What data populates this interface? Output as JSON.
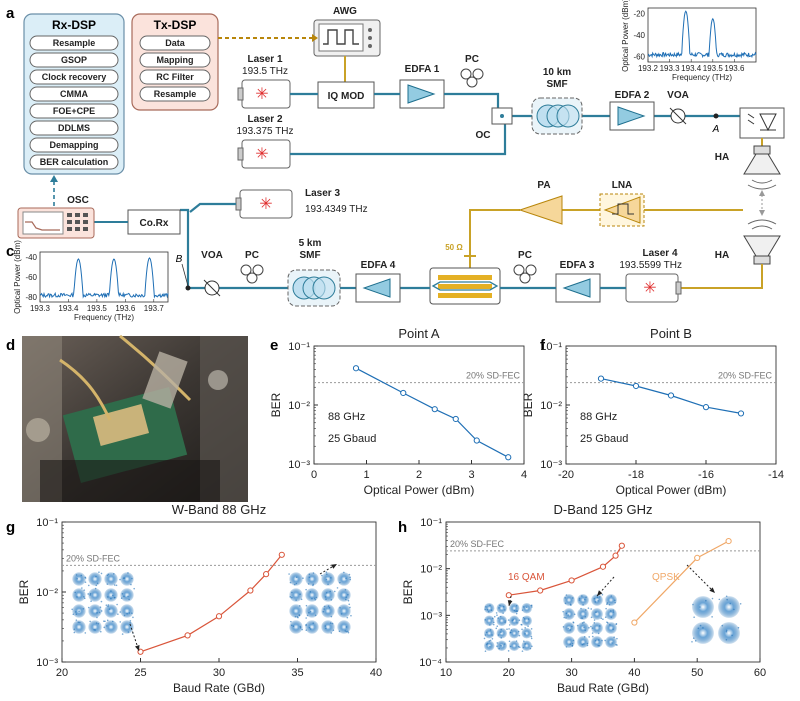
{
  "panel_labels": {
    "a": "a",
    "b": "b",
    "c": "c",
    "d": "d",
    "e": "e",
    "f": "f",
    "g": "g",
    "h": "h"
  },
  "rx_dsp": {
    "title": "Rx-DSP",
    "items": [
      "Resample",
      "GSOP",
      "Clock recovery",
      "CMMA",
      "FOE+CPE",
      "DDLMS",
      "Demapping",
      "BER calculation"
    ]
  },
  "tx_dsp": {
    "title": "Tx-DSP",
    "items": [
      "Data",
      "Mapping",
      "RC Filter",
      "Resample"
    ]
  },
  "components": {
    "awg": "AWG",
    "laser1": "Laser 1",
    "laser1_freq": "193.5 THz",
    "laser2": "Laser 2",
    "laser2_freq": "193.375 THz",
    "laser3": "Laser 3",
    "laser3_freq": "193.4349 THz",
    "laser4": "Laser 4",
    "laser4_freq": "193.5599 THz",
    "iq_mod": "IQ MOD",
    "edfa1": "EDFA 1",
    "edfa2": "EDFA 2",
    "edfa3": "EDFA 3",
    "edfa4": "EDFA 4",
    "pc": "PC",
    "oc": "OC",
    "smf10_a": "10 km",
    "smf10_b": "SMF",
    "smf5_a": "5 km",
    "smf5_b": "SMF",
    "voa": "VOA",
    "pd": "PD",
    "ha": "HA",
    "pa": "PA",
    "lna": "LNA",
    "ohm": "50 Ω",
    "osc": "OSC",
    "corx": "Co.Rx",
    "point_a": "A",
    "point_b": "B"
  },
  "photo": {
    "description": ""
  },
  "colors": {
    "fiber": "#2e7d9a",
    "rf": "#c9a227",
    "awg_dash": "#b8860b",
    "rx_bg": "#dbeef7",
    "tx_bg": "#fbe3dc",
    "series_red": "#d9553a",
    "series_orange": "#f0a868",
    "spectrum": "#1f6fb5",
    "grid_fec": "#999999",
    "laser_star": "#e03030",
    "edfa_blue": "#3aa0c8"
  },
  "chart_data": [
    {
      "id": "b",
      "type": "line",
      "title": "",
      "xlabel": "Frequency (THz)",
      "ylabel": "Optical Power (dBm)",
      "xlim": [
        193.2,
        193.7
      ],
      "ylim": [
        -65,
        -15
      ],
      "xticks": [
        "193.2",
        "193.3",
        "193.4",
        "193.5",
        "193.6"
      ],
      "yticks": [
        "-20",
        "-40",
        "-60"
      ],
      "peaks": [
        {
          "x": 193.375,
          "y": -18
        },
        {
          "x": 193.5,
          "y": -25
        }
      ]
    },
    {
      "id": "c",
      "type": "line",
      "title": "",
      "xlabel": "Frequency (THz)",
      "ylabel": "Optical Power (dBm)",
      "xlim": [
        193.3,
        193.75
      ],
      "ylim": [
        -85,
        -35
      ],
      "xticks": [
        "193.3",
        "193.4",
        "193.5",
        "193.6",
        "193.7"
      ],
      "yticks": [
        "-40",
        "-60",
        "-80"
      ],
      "peaks": [
        {
          "x": 193.435,
          "y": -42
        },
        {
          "x": 193.56,
          "y": -42
        },
        {
          "x": 193.685,
          "y": -41
        }
      ]
    },
    {
      "id": "e",
      "type": "line",
      "title": "Point A",
      "xlabel": "Optical Power (dBm)",
      "ylabel": "BER",
      "xlim": [
        0,
        4
      ],
      "ylim_log": [
        -3,
        -1
      ],
      "xticks": [
        "0",
        "1",
        "2",
        "3",
        "4"
      ],
      "yticks": [
        "10⁻³",
        "10⁻²",
        "10⁻¹"
      ],
      "fec_label": "20% SD-FEC",
      "fec": 0.024,
      "notes": [
        "88 GHz",
        "25 Gbaud"
      ],
      "x": [
        0.8,
        1.7,
        2.3,
        2.7,
        3.1,
        3.7
      ],
      "y": [
        0.042,
        0.016,
        0.0085,
        0.0058,
        0.0025,
        0.0013
      ]
    },
    {
      "id": "f",
      "type": "line",
      "title": "Point B",
      "xlabel": "Optical Power (dBm)",
      "ylabel": "BER",
      "xlim": [
        -20,
        -14
      ],
      "ylim_log": [
        -3,
        -1
      ],
      "xticks": [
        "-20",
        "-18",
        "-16",
        "-14"
      ],
      "yticks": [
        "10⁻³",
        "10⁻²",
        "10⁻¹"
      ],
      "fec_label": "20% SD-FEC",
      "fec": 0.024,
      "notes": [
        "88 GHz",
        "25 Gbaud"
      ],
      "x": [
        -19,
        -18,
        -17,
        -16,
        -15
      ],
      "y": [
        0.028,
        0.021,
        0.0145,
        0.0092,
        0.0072
      ]
    },
    {
      "id": "g",
      "type": "line",
      "title": "W-Band 88 GHz",
      "xlabel": "Baud Rate (GBd)",
      "ylabel": "BER",
      "xlim": [
        20,
        40
      ],
      "ylim_log": [
        -3,
        -1
      ],
      "xticks": [
        "20",
        "25",
        "30",
        "35",
        "40"
      ],
      "yticks": [
        "10⁻³",
        "10⁻²",
        "10⁻¹"
      ],
      "fec_label": "20% SD-FEC",
      "fec": 0.024,
      "x": [
        25,
        28,
        30,
        32,
        33,
        34
      ],
      "y": [
        0.0014,
        0.0024,
        0.0045,
        0.0105,
        0.018,
        0.034
      ]
    },
    {
      "id": "h",
      "type": "line",
      "title": "D-Band 125 GHz",
      "xlabel": "Baud Rate (GBd)",
      "ylabel": "BER",
      "xlim": [
        10,
        60
      ],
      "ylim_log": [
        -4,
        -1
      ],
      "xticks": [
        "10",
        "20",
        "30",
        "40",
        "50",
        "60"
      ],
      "yticks": [
        "10⁻⁴",
        "10⁻³",
        "10⁻²",
        "10⁻¹"
      ],
      "fec_label": "20% SD-FEC",
      "fec": 0.024,
      "series": [
        {
          "name": "16 QAM",
          "x": [
            20,
            25,
            30,
            35,
            37,
            38
          ],
          "y": [
            0.0027,
            0.0034,
            0.0056,
            0.011,
            0.019,
            0.031
          ]
        },
        {
          "name": "QPSK",
          "x": [
            40,
            50,
            55
          ],
          "y": [
            0.0007,
            0.017,
            0.039
          ]
        }
      ]
    }
  ]
}
